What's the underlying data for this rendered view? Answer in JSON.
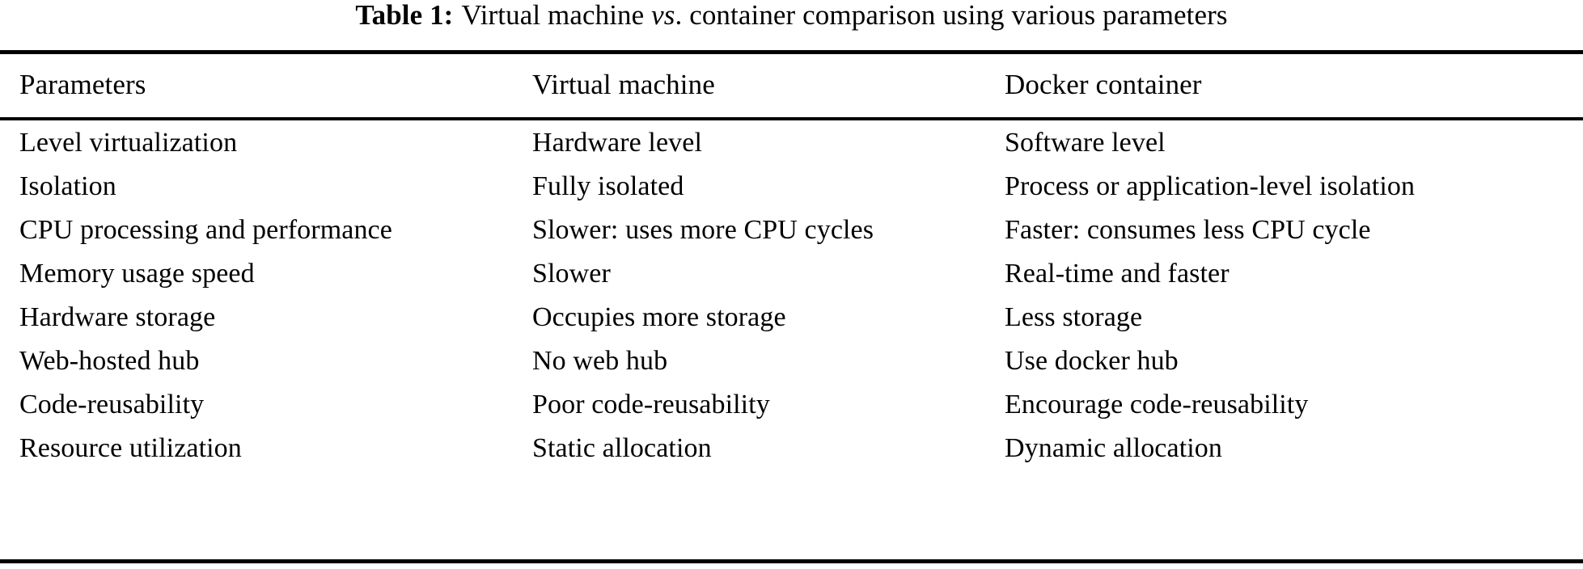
{
  "caption": {
    "label": "Table 1:",
    "text_before_italic": "Virtual machine ",
    "italic_word": "vs",
    "text_after_italic": ". container comparison using various parameters",
    "full_text": "Table 1: Virtual machine vs. container comparison using various parameters"
  },
  "table": {
    "columns": [
      "Parameters",
      "Virtual machine",
      "Docker container"
    ],
    "rows": [
      [
        "Level virtualization",
        "Hardware level",
        "Software level"
      ],
      [
        "Isolation",
        "Fully isolated",
        "Process or application-level isolation"
      ],
      [
        "CPU processing and performance",
        "Slower: uses more CPU cycles",
        "Faster: consumes less CPU cycle"
      ],
      [
        "Memory usage speed",
        "Slower",
        "Real-time and faster"
      ],
      [
        "Hardware storage",
        "Occupies more storage",
        "Less storage"
      ],
      [
        "Web-hosted hub",
        "No web hub",
        "Use docker hub"
      ],
      [
        "Code-reusability",
        "Poor code-reusability",
        "Encourage code-reusability"
      ],
      [
        "Resource utilization",
        "Static allocation",
        "Dynamic allocation"
      ]
    ]
  },
  "style": {
    "text_color": "#000000",
    "background_color": "#ffffff",
    "rule_color": "#000000"
  }
}
